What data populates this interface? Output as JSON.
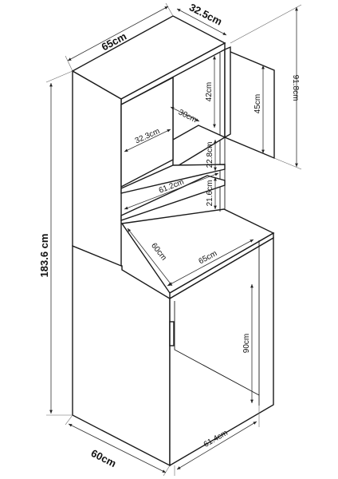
{
  "dimensions": {
    "top_width": "65cm",
    "top_depth": "32.5cm",
    "upper_height": "91.8cm",
    "total_height": "183.6 cm",
    "compartment_height": "42cm",
    "door_height": "45cm",
    "shelf_width": "32.3cm",
    "shelf_depth": "30cm",
    "shelf_gap": "22.8cm",
    "inner_width": "61.2cm",
    "lower_gap": "21.6cm",
    "worktop_depth": "60cm",
    "worktop_width": "65cm",
    "cabinet_height": "90cm",
    "bottom_width": "61.4cm",
    "base_depth": "60cm"
  }
}
